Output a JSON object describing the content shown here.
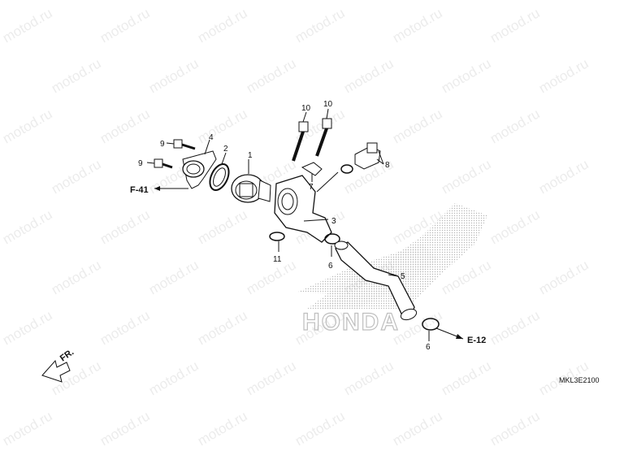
{
  "watermark": "motod.ru",
  "callouts": [
    "1",
    "2",
    "3",
    "4",
    "5",
    "6",
    "6",
    "7",
    "8",
    "9",
    "9",
    "10",
    "10",
    "11"
  ],
  "refs": {
    "left": "F-41",
    "right": "E-12",
    "front": "FR."
  },
  "diagram_code": "MKL3E2100",
  "brand_mark": "HONDA",
  "colors": {
    "line": "#111111",
    "watermark": "#ececec",
    "logo": "#b8b8b8"
  }
}
